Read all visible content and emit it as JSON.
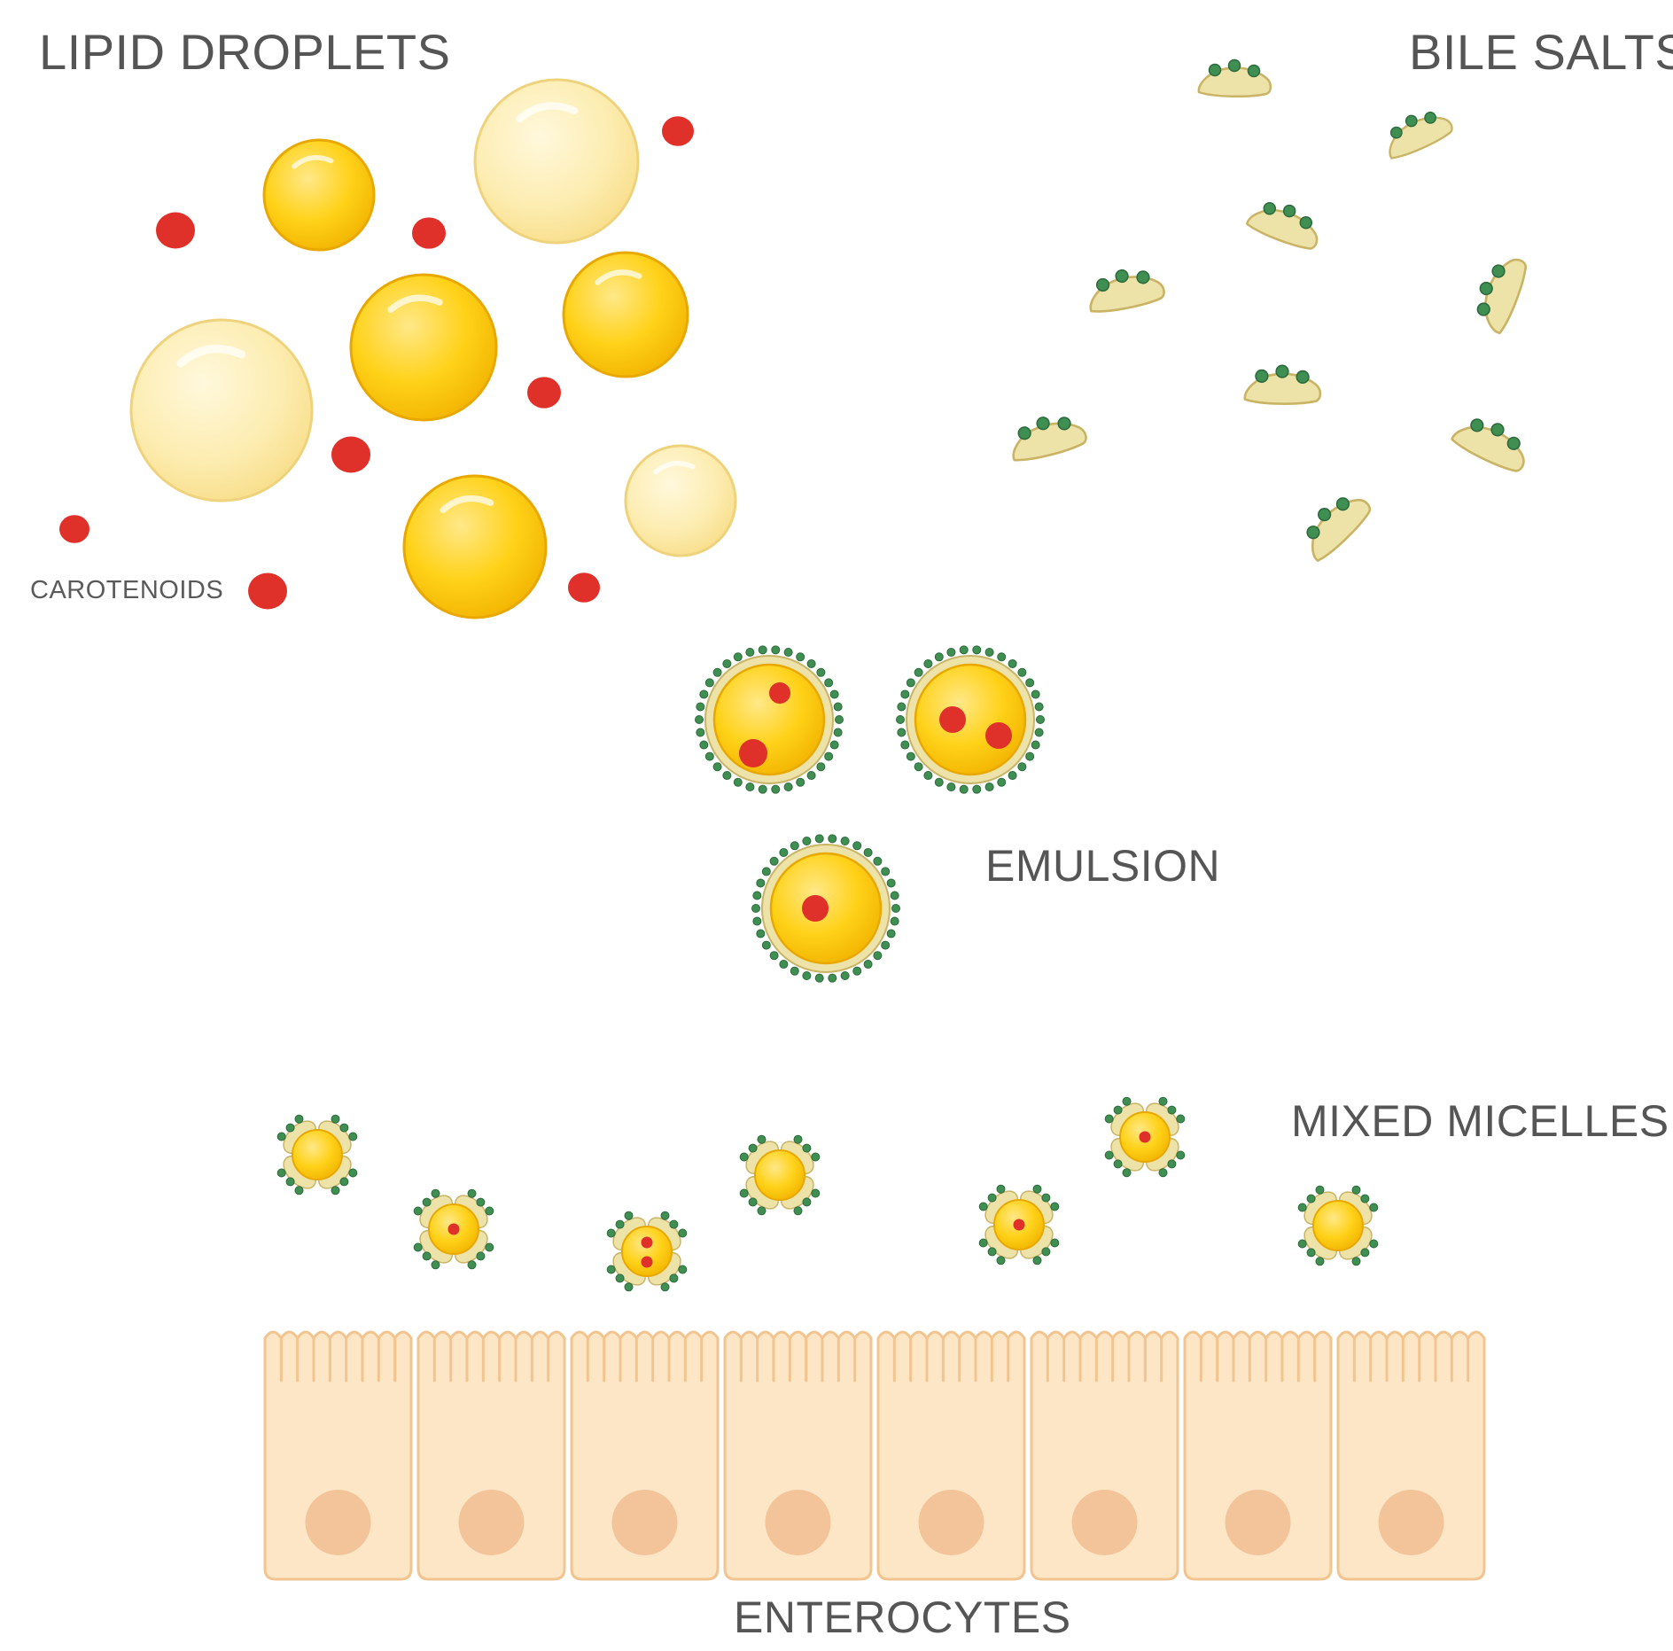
{
  "labels": {
    "lipid_droplets": "LIPID DROPLETS",
    "bile_salts": "BILE SALTS",
    "carotenoids": "CAROTENOIDS",
    "emulsion": "EMULSION",
    "mixed_micelles": "MIXED MICELLES",
    "enterocytes": "ENTEROCYTES"
  },
  "colors": {
    "lipid_dark": "#f5c300",
    "lipid_light": "#fde9a8",
    "carotenoid": "#e0302a",
    "bile_salt_body": "#ede3a8",
    "bile_salt_head": "#3f8f52",
    "enterocyte_fill": "#fde6c6",
    "enterocyte_border": "#f2c48f",
    "nucleus": "#f3c49a"
  },
  "icons": [
    "lipid-droplet-icon",
    "carotenoid-icon",
    "bile-salt-icon",
    "emulsion-droplet-icon",
    "mixed-micelle-icon",
    "enterocyte-icon"
  ]
}
